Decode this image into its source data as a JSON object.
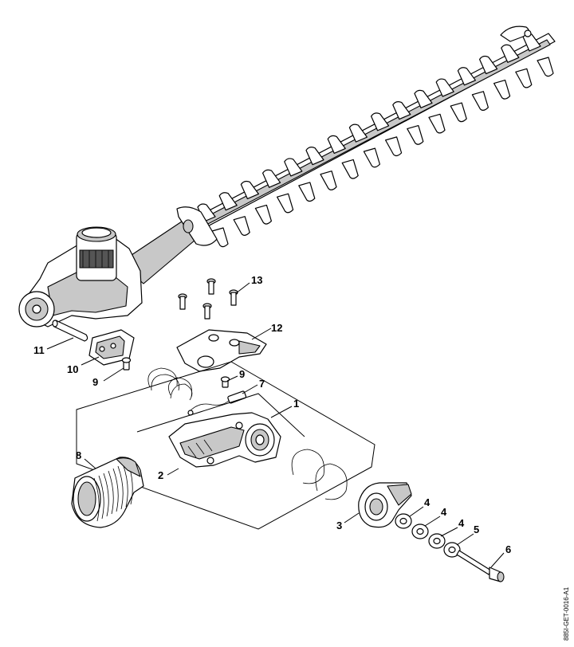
{
  "doc_ref": "885I-GET-0016-A1",
  "callouts": {
    "c1": "1",
    "c2": "2",
    "c3": "3",
    "c4a": "4",
    "c4b": "4",
    "c4c": "4",
    "c5": "5",
    "c6": "6",
    "c7": "7",
    "c8": "8",
    "c9a": "9",
    "c9b": "9",
    "c10": "10",
    "c11": "11",
    "c12": "12",
    "c13": "13"
  }
}
